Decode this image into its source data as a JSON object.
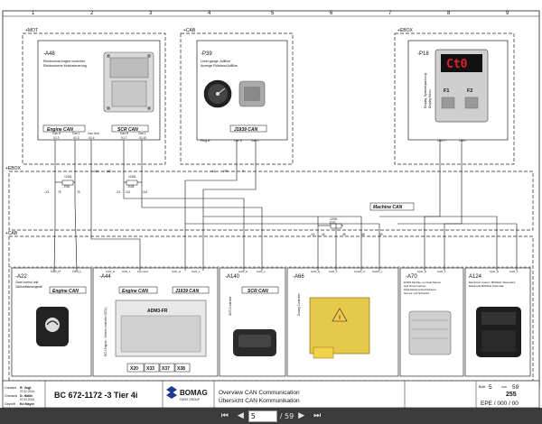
{
  "top_grid": [
    "1",
    "2",
    "3",
    "4",
    "5",
    "6",
    "7",
    "8",
    "9"
  ],
  "blocks": {
    "a48": {
      "area": "+MOT",
      "ref": "-A48",
      "desc1": "Electronical engine controller",
      "desc2": "Elektronische Motorsteuerung",
      "can1": "Engine CAN",
      "can2": "SCR CAN",
      "pins": [
        {
          "sig": "Can H",
          "conn": "X1.2"
        },
        {
          "sig": "Can L",
          "conn": "X1.3"
        },
        {
          "sig": "Can Gnd",
          "conn": "X1.4"
        },
        {
          "sig": "Can H",
          "conn": "X1.7"
        },
        {
          "sig": "Can L",
          "conn": "X1.10"
        }
      ]
    },
    "p39": {
      "area": "+CAB",
      "ref": "-P39",
      "desc1": "Level gauge, AdBlue",
      "desc2": "Anzeige Füllstand AdBlue",
      "can": "J1939 CAN",
      "plug": "Plug A",
      "pins": [
        {
          "sig": "Can H"
        },
        {
          "sig": "Can L"
        }
      ]
    },
    "p18": {
      "area": "+EBOX",
      "ref": "-P18",
      "desc1": "Display, Systemspannung",
      "desc2": "Display Menu",
      "display": "Ct0",
      "f1": "F1",
      "f2": "F2",
      "pins": [
        {
          "sig": "CAN +"
        },
        {
          "sig": "CAN -"
        }
      ]
    }
  },
  "ebox": {
    "area": "+EBOX",
    "r30": {
      "value": "120Ω",
      "ref": "-R30"
    },
    "r29": {
      "value": "120Ω",
      "ref": "-R28"
    },
    "r29b": {
      "value": "120Ω",
      "ref": "-R29"
    },
    "x1_left": {
      "ref": "-X1",
      "pins": [
        "75",
        "76"
      ]
    },
    "x1_mid": {
      "ref": "-X1",
      "pins": [
        "111",
        "112",
        "113",
        "114"
      ]
    },
    "x1_p": {
      "ref": "-X1",
      "pins": [
        "279",
        "9"
      ]
    },
    "x1_right": {
      "ref": "-X1",
      "pins": [
        "44",
        "45",
        "48",
        "49"
      ]
    },
    "machine_can": "Machine CAN"
  },
  "cab": {
    "area": "+CAB",
    "a22": {
      "ref": "-A22",
      "desc1": "Glow control unit",
      "desc2": "Glühzeitsteuergerät",
      "can": "Engine CAN",
      "pins": [
        {
          "sig": "CAN_H",
          "conn": "X1"
        },
        {
          "sig": "CAN_L",
          "conn": "X2"
        }
      ]
    },
    "a44": {
      "ref": "-A44",
      "side": "ECU Engine - Vehicle controller (ECU)",
      "can1": "Engine CAN",
      "can2": "J1939 CAN",
      "chip": "ADM3-FR",
      "conns": [
        "X20",
        "X33",
        "X37",
        "X38"
      ],
      "pins": [
        {
          "sig": "CAN_H",
          "conn": "X33.13"
        },
        {
          "sig": "CAN_L",
          "conn": "X33.14"
        },
        {
          "sig": "Can Gnd",
          "conn": "X33.5"
        },
        {
          "sig": "CAN_H",
          "conn": "X38.13"
        },
        {
          "sig": "CAN_L",
          "conn": "X38.14"
        }
      ]
    },
    "a140": {
      "ref": "-A140",
      "side": "SCR-Controller",
      "can": "SCR CAN",
      "pins": [
        {
          "sig": "CAN_H",
          "conn": "X2.13"
        },
        {
          "sig": "CAN_L",
          "conn": "X2.14"
        }
      ]
    },
    "a66": {
      "ref": "-A66",
      "side": "Dosing Controller",
      "can": "",
      "pins": [
        {
          "sig": "CAN_H",
          "conn": "X2.10"
        },
        {
          "sig": "CAN_L",
          "conn": "X2.11"
        },
        {
          "sig": "CAN2_H",
          "conn": "X1.1"
        },
        {
          "sig": "CAN2_L",
          "conn": "X1.2"
        }
      ]
    },
    "a70": {
      "ref": "-A70",
      "desc1": "EVDS Module, nominal Sleeve",
      "desc2": "and shovel sensor",
      "desc3": "Data Modul Antischiebeteil",
      "desc4": "Sensor und Schaufel",
      "pins": [
        {
          "sig": "CAN_H",
          "conn": "X20.1"
        },
        {
          "sig": "CAN_L",
          "conn": "X20.2"
        }
      ]
    },
    "a124": {
      "ref": "A124",
      "desc1": "Electronic system, BOMAG Telematics",
      "desc2": "Elektronik BOMAG Telematik",
      "pins": [
        {
          "sig": "CAN_H",
          "conn": "X1.1"
        },
        {
          "sig": "CAN_L",
          "conn": "X1.2"
        }
      ]
    }
  },
  "title_block": {
    "created_label": "Created",
    "created_by": "R. Vogt",
    "created_date": "07.02.2014",
    "checked_label": "Checked",
    "checked_by": "D. Hallin",
    "checked_date": "07.02.2014",
    "approved_label": "Geprüft",
    "approved_by": "Ed Mayer",
    "approved_date": "07.02.2014",
    "model": "BC 672-1172 -3 Tier 4i",
    "brand": "BOMAG",
    "brand_sub": "FAYAT GROUP",
    "title_en": "Overview CAN Communication",
    "title_de": "Übersicht CAN Kommunikation",
    "sheet_label": "Blatt",
    "sheet": "5",
    "of_label": "von",
    "total": "59",
    "page_no": "255",
    "ref": "EPE / 000 / 00"
  },
  "viewer": {
    "page_current": "5",
    "page_total": "/ 59",
    "first": "⏮",
    "prev": "◀",
    "next": "▶",
    "last": "⏭"
  },
  "colors": {
    "line": "#111111",
    "frame": "#222222",
    "bar": "#3b3b3b",
    "warn": "#f2c94c",
    "display_red": "#e0202a"
  }
}
